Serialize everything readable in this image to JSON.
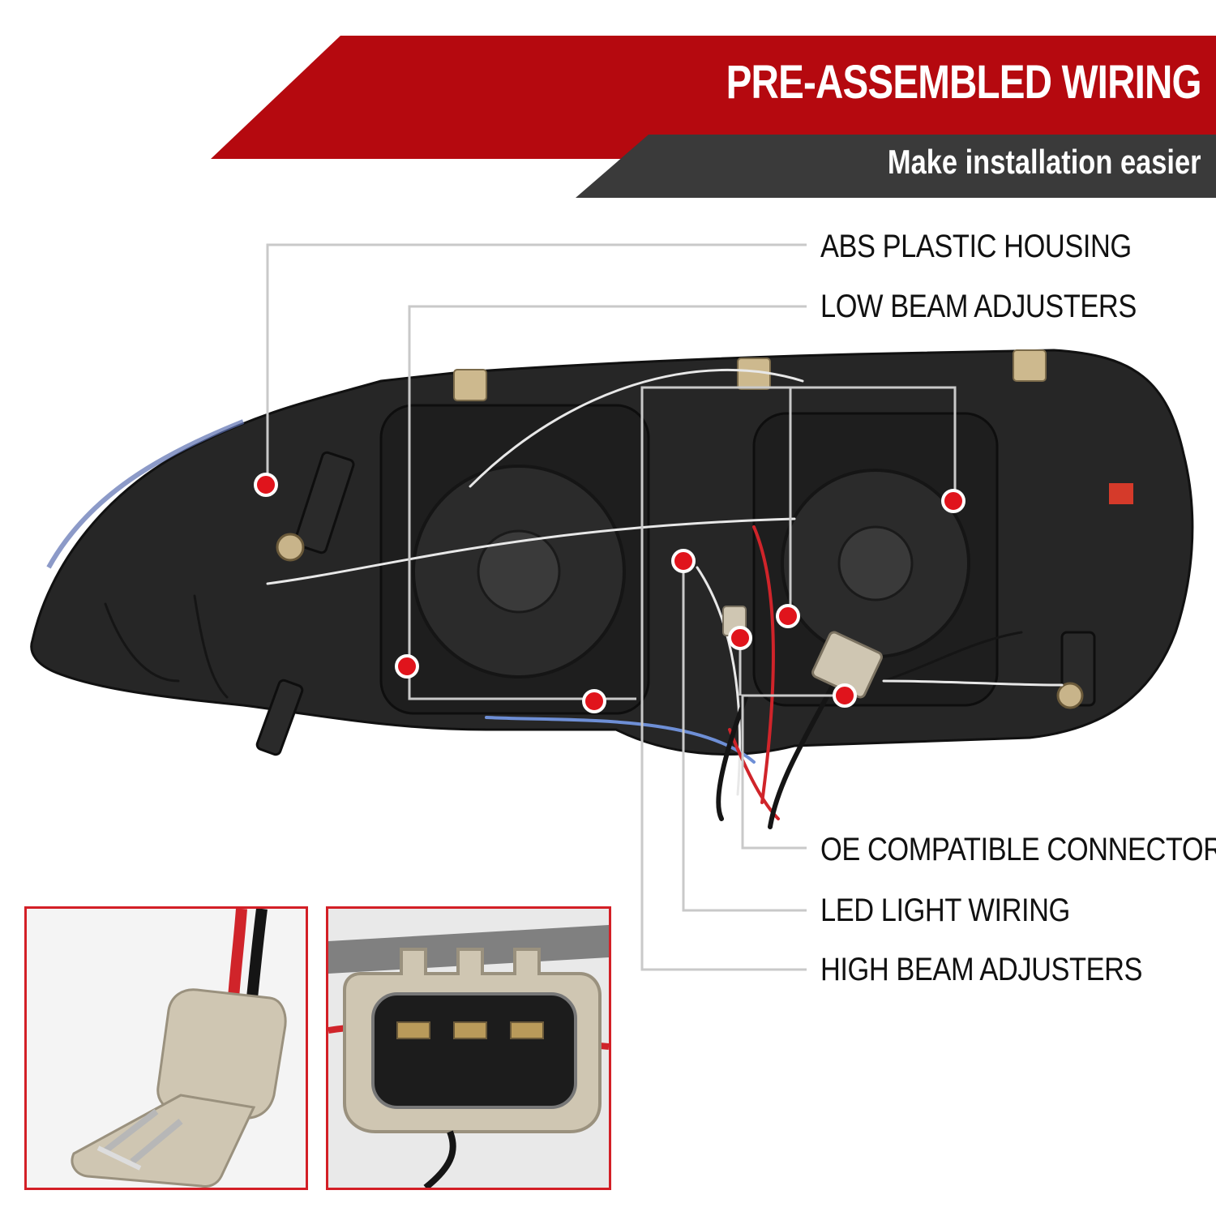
{
  "header": {
    "title": "PRE-ASSEMBLED WIRING",
    "subtitle": "Make installation easier"
  },
  "callouts": [
    {
      "label": "ABS PLASTIC HOUSING"
    },
    {
      "label": "LOW BEAM ADJUSTERS"
    },
    {
      "label": "OE COMPATIBLE CONNECTORS"
    },
    {
      "label": "LED LIGHT WIRING"
    },
    {
      "label": "HIGH BEAM ADJUSTERS"
    }
  ],
  "icons": {
    "marker": "red-dot-marker-icon"
  },
  "colors": {
    "brand_red": "#b5090f",
    "banner_dark": "#3a3a3a",
    "marker_red": "#e0141c",
    "leader_line": "#c9c9c9",
    "housing": "#262626",
    "connector_beige": "#cfc6b2"
  }
}
